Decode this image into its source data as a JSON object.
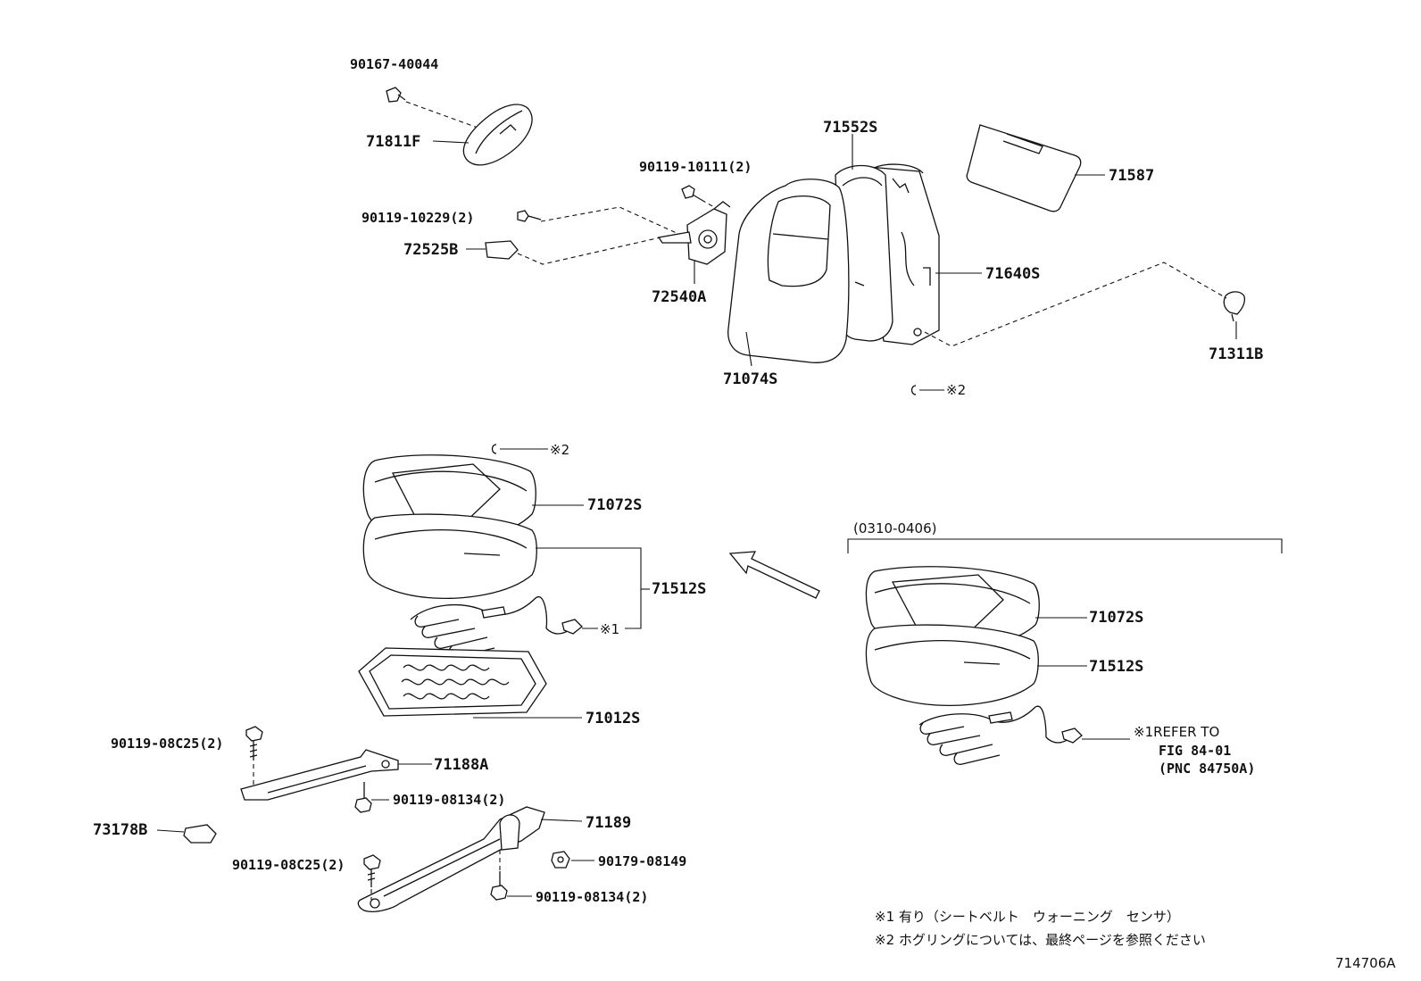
{
  "parts": {
    "p90167_40044": "90167-40044",
    "p71811F": "71811F",
    "p90119_10111": "90119-10111(2)",
    "p90119_10229": "90119-10229(2)",
    "p72525B": "72525B",
    "p72540A": "72540A",
    "p71552S": "71552S",
    "p71587": "71587",
    "p71640S": "71640S",
    "p71311B": "71311B",
    "p71074S": "71074S",
    "p71072S": "71072S",
    "p71512S": "71512S",
    "p71012S": "71012S",
    "p90119_08C25_a": "90119-08C25(2)",
    "p71188A": "71188A",
    "p90119_08134_a": "90119-08134(2)",
    "p73178B": "73178B",
    "p71189": "71189",
    "p90119_08C25_b": "90119-08C25(2)",
    "p90179_08149": "90179-08149",
    "p90119_08134_b": "90119-08134(2)",
    "p71072S_inset": "71072S",
    "p71512S_inset": "71512S"
  },
  "markers": {
    "mark2_top": "※2",
    "mark2_seat": "※2",
    "mark1_seat": "※1",
    "mark1_inset": "※1REFER TO"
  },
  "inset": {
    "date_range": "(0310-0406)",
    "refer_line2": "FIG 84-01",
    "refer_line3": "(PNC 84750A)"
  },
  "notes": {
    "note1": "※1 有り（シートベルト　ウォーニング　センサ）",
    "note2": "※2 ホグリングについては、最終ページを参照ください"
  },
  "figure_id": "714706A"
}
